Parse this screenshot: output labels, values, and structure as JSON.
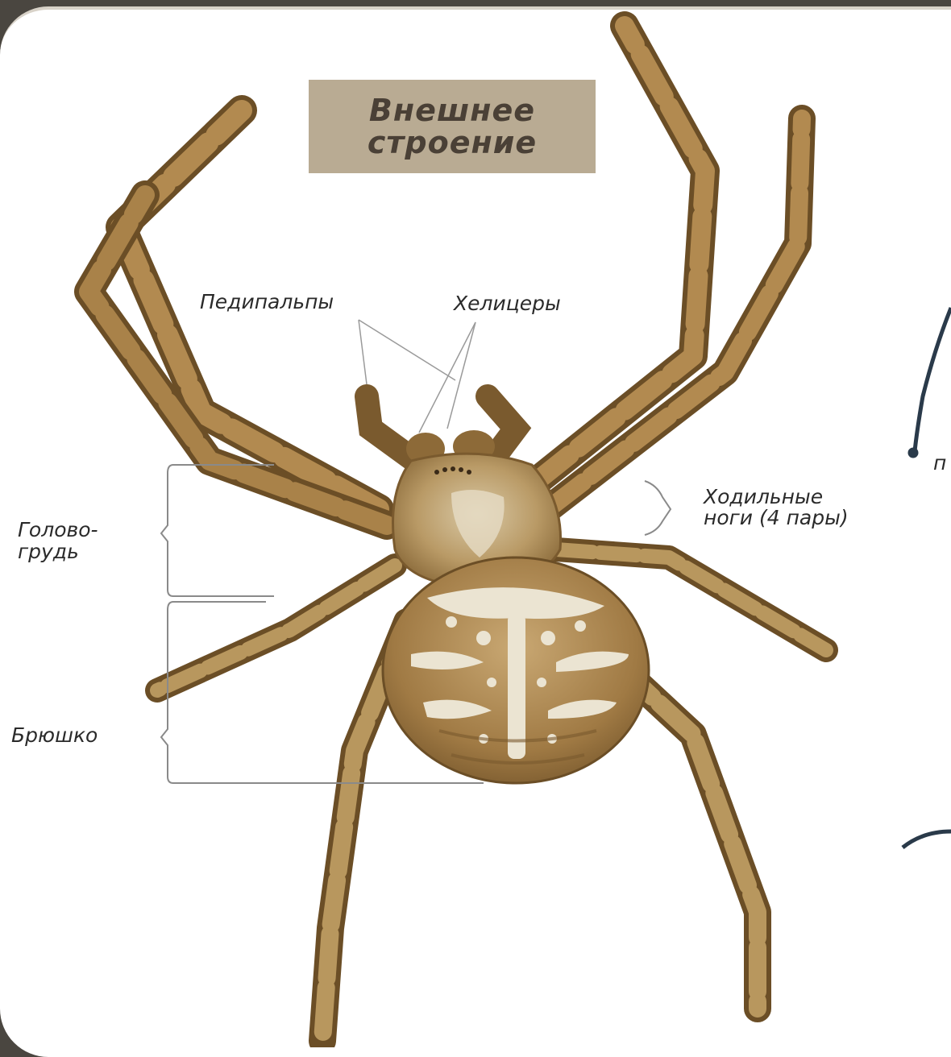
{
  "title": {
    "line1": "Внешнее",
    "line2": "строение"
  },
  "labels": {
    "pedipalps": "Педипальпы",
    "chelicerae": "Хелицеры",
    "cephalothorax_1": "Голово-",
    "cephalothorax_2": "грудь",
    "walking_legs_1": "Ходильные",
    "walking_legs_2": "ноги (4 пары)",
    "abdomen": "Брюшко",
    "cut_off": "п"
  },
  "colors": {
    "leg": "#9a7340",
    "leg_dark": "#6b4e26",
    "leg_light": "#c9b187",
    "body": "#b58f5a",
    "abdomen_pattern": "#e8e0cc",
    "title_bg": "#b9ab93"
  }
}
